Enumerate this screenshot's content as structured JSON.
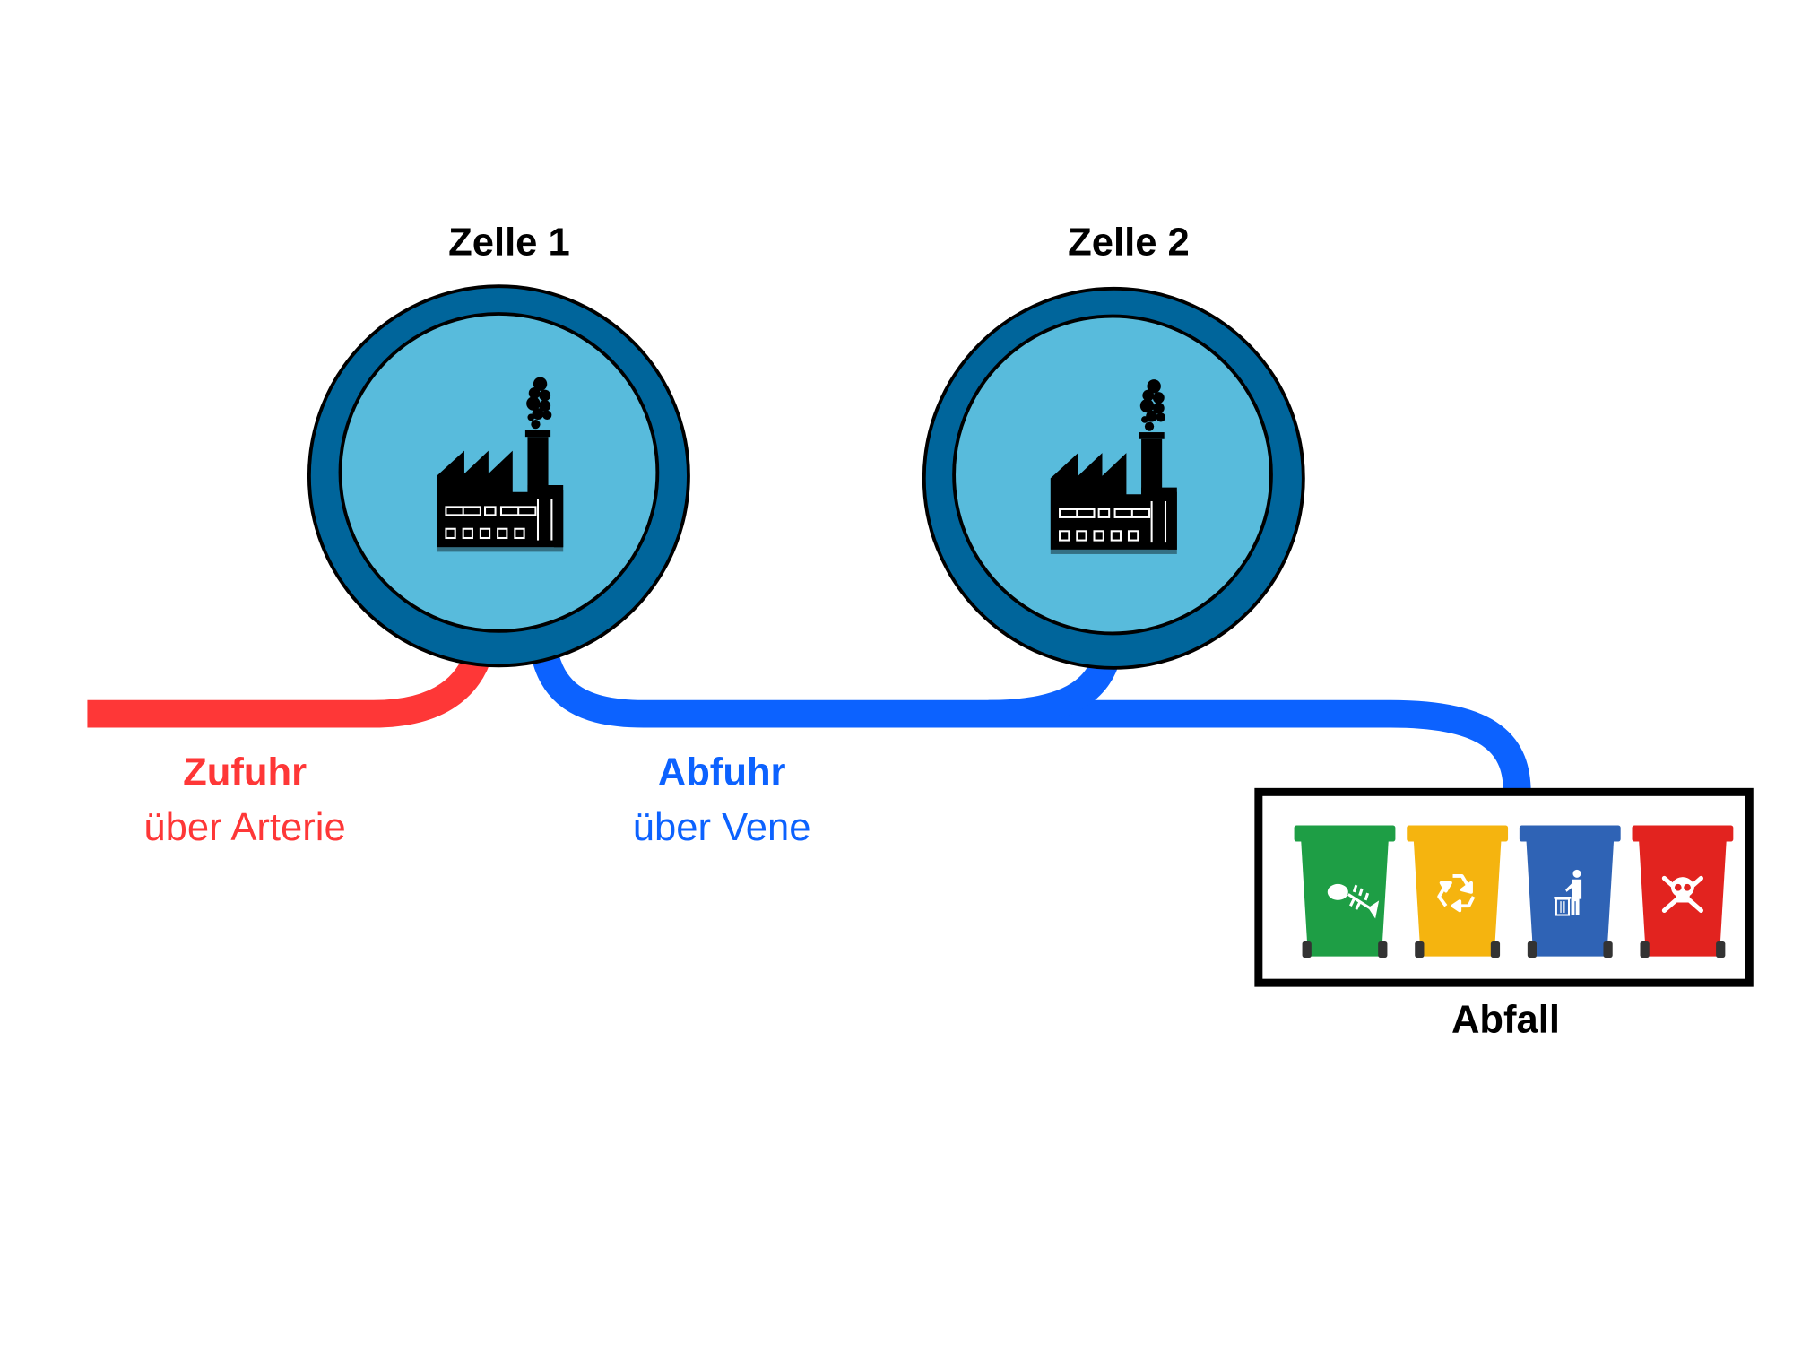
{
  "cells": [
    {
      "label": "Zelle 1",
      "icon": "factory-icon"
    },
    {
      "label": "Zelle 2",
      "icon": "factory-icon"
    }
  ],
  "supply": {
    "title": "Zufuhr",
    "subtitle": "über Arterie",
    "color": "#fe3737"
  },
  "drain": {
    "title": "Abfuhr",
    "subtitle": "über Vene",
    "color": "#0c62ff"
  },
  "waste": {
    "label": "Abfall",
    "bins": [
      {
        "color": "#1e9e45",
        "icon": "fishbone-icon"
      },
      {
        "color": "#f5b40f",
        "icon": "recycle-icon"
      },
      {
        "color": "#2f63b5",
        "icon": "person-trash-icon"
      },
      {
        "color": "#e2231f",
        "icon": "skull-crossbones-icon"
      }
    ]
  },
  "colors": {
    "cell_outer": "#00659b",
    "cell_inner": "#58bbdc",
    "outline": "#000000"
  }
}
